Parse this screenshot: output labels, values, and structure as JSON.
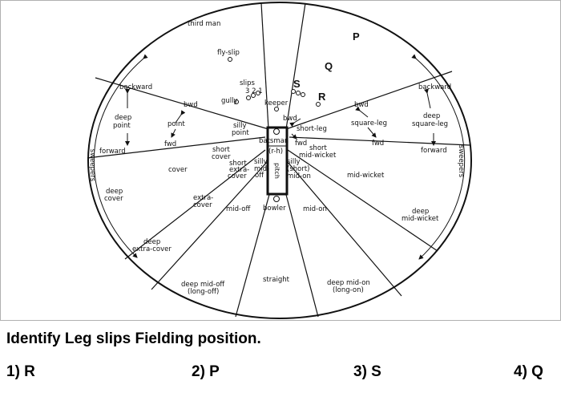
{
  "question": "Identify Leg slips Fielding position.",
  "options": [
    "1) R",
    "2) P",
    "3) S",
    "4) Q"
  ],
  "diagram": {
    "markers": {
      "p": "P",
      "q": "Q",
      "s": "S",
      "r": "R"
    },
    "labels": {
      "third_man": "third man",
      "fly_slip": "fly-slip",
      "slips": "slips",
      "slip_numbers": "3 2 1",
      "gully": "gully",
      "keeper": "keeper",
      "backward_left": "backward",
      "backward_right": "backward",
      "deep_point_1": "deep",
      "deep_point_2": "point",
      "bwd_off": "bwd",
      "point": "point",
      "fwd_off": "fwd",
      "forward_left": "forward",
      "silly_point_1": "silly",
      "silly_point_2": "point",
      "bwd_leg_close": "bwd",
      "short_leg": "short-leg",
      "bwd_leg": "bwd",
      "square_leg": "square-leg",
      "fwd_leg": "fwd",
      "deep_square_leg_1": "deep",
      "deep_square_leg_2": "square-leg",
      "forward_right": "forward",
      "sweepers_left": "sweepers",
      "sweepers_right": "sweepers",
      "batsman": "batsman",
      "rh": "(r-h)",
      "pitch": "pitch",
      "bowler": "bowler",
      "fwd_near": "fwd",
      "short_midwicket_1": "short",
      "short_midwicket_2": "mid-wicket",
      "short_cover_1": "short",
      "short_cover_2": "cover",
      "short_extra_cover_1": "short",
      "short_extra_cover_2": "extra-",
      "short_extra_cover_3": "cover",
      "silly_midoff_1": "silly",
      "silly_midoff_2": "mid-",
      "silly_midoff_3": "off",
      "silly_midon_1": "silly",
      "silly_midon_2": "(short)",
      "silly_midon_3": "mid-on",
      "cover": "cover",
      "midwicket": "mid-wicket",
      "deep_cover_1": "deep",
      "deep_cover_2": "cover",
      "extra_cover_1": "extra-",
      "extra_cover_2": "cover",
      "midoff": "mid-off",
      "midon": "mid-on",
      "deep_midwicket_1": "deep",
      "deep_midwicket_2": "mid-wicket",
      "deep_extra_cover_1": "deep",
      "deep_extra_cover_2": "extra-cover",
      "straight": "straight",
      "deep_midoff_1": "deep mid-off",
      "deep_midoff_2": "(long-off)",
      "deep_midon_1": "deep mid-on",
      "deep_midon_2": "(long-on)"
    }
  }
}
